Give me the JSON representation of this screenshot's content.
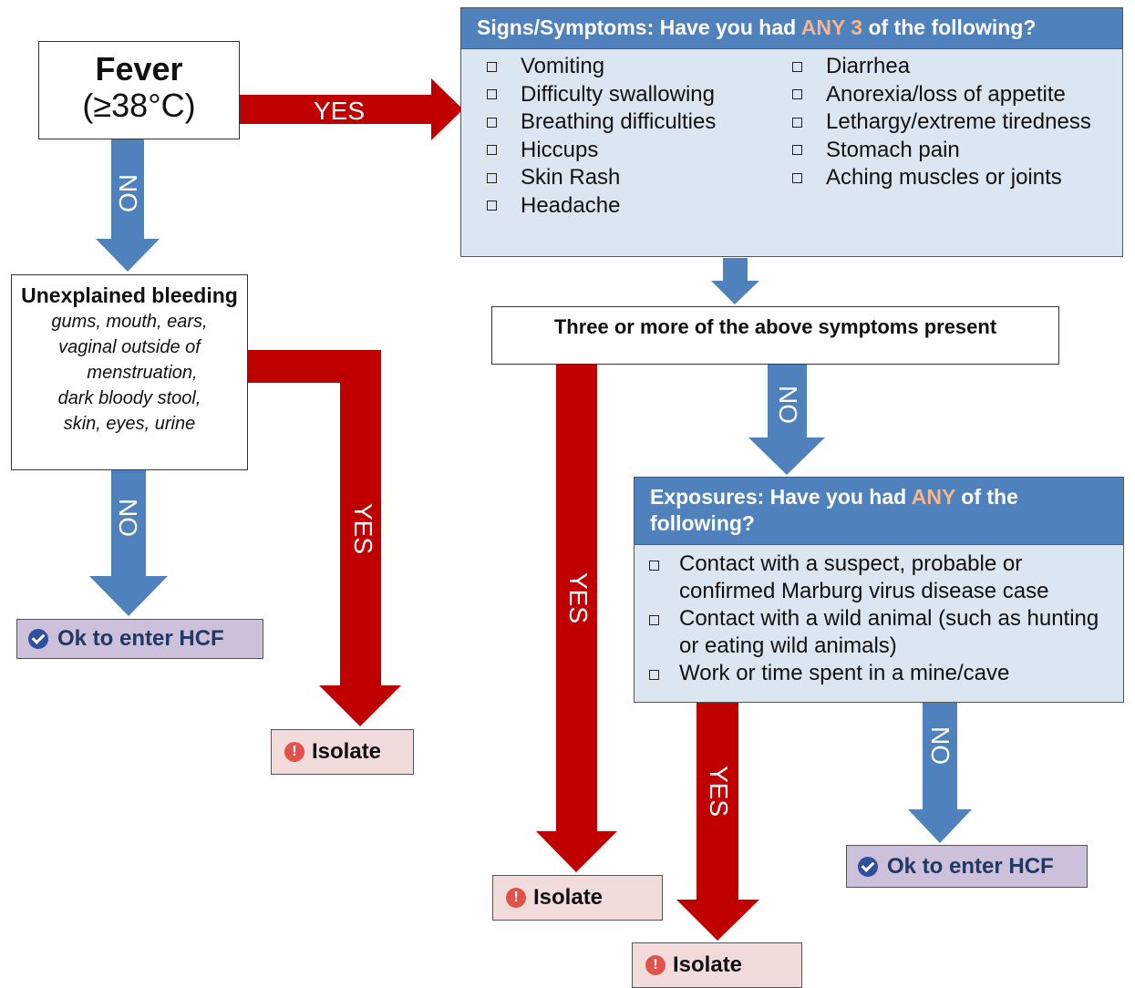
{
  "fever": {
    "title": "Fever",
    "threshold": "(≥38°C)"
  },
  "bleeding": {
    "title": "Unexplained bleeding",
    "details": [
      "gums, mouth, ears,",
      "vaginal outside of",
      "menstruation,",
      "dark bloody stool,",
      "skin, eyes, urine"
    ]
  },
  "symptoms": {
    "header_prefix": "Signs/Symptoms: Have you had ",
    "header_highlight": "ANY 3",
    "header_suffix": " of the following?",
    "left": [
      "Vomiting",
      "Difficulty swallowing",
      "Breathing difficulties",
      "Hiccups",
      "Skin Rash",
      "Headache"
    ],
    "right": [
      "Diarrhea",
      "Anorexia/loss of appetite",
      "Lethargy/extreme tiredness",
      "Stomach pain",
      "Aching muscles or joints"
    ]
  },
  "three_or_more": "Three or more of the above symptoms present",
  "exposures": {
    "header_prefix": "Exposures: Have you had ",
    "header_highlight": "ANY",
    "header_suffix": " of the following?",
    "items": [
      "Contact with a suspect, probable or confirmed Marburg virus disease case",
      "Contact with a wild animal (such as hunting or eating wild animals)",
      "Work or time spent in a mine/cave"
    ]
  },
  "outcomes": {
    "ok": "Ok to enter HCF",
    "isolate": "Isolate"
  },
  "labels": {
    "yes": "YES",
    "no": "NO"
  },
  "colors": {
    "yes_arrow": "#c00000",
    "no_arrow": "#4f81bd",
    "header_bg": "#4f81bd",
    "panel_bg": "#dce6f1",
    "highlight": "#f7b58a",
    "ok_bg": "#ccc0da",
    "isolate_bg": "#f2dcdb"
  }
}
